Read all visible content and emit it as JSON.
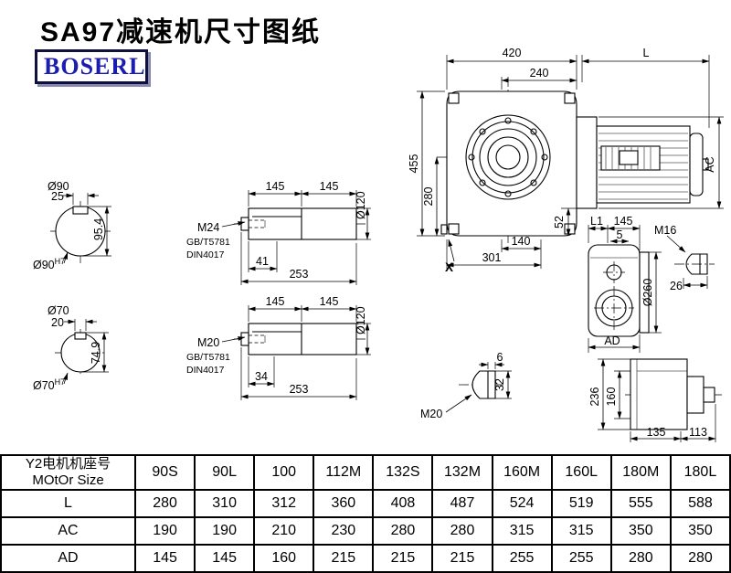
{
  "title": "SA97减速机尺寸图纸",
  "brand": {
    "logo_text": "BOSERL"
  },
  "colors": {
    "logo_blue": "#1c1cb0",
    "line_black": "#000000"
  },
  "drawings": {
    "shaft_end_1": {
      "dia": "Ø90",
      "key_width": "25",
      "height": "95.4",
      "fit_base": "Ø90",
      "fit_sup": "H7"
    },
    "shaft_end_2": {
      "dia": "Ø70",
      "key_width": "20",
      "height": "74.9",
      "fit_base": "Ø70",
      "fit_sup": "H7"
    },
    "shaft_detail_1": {
      "seg1": "145",
      "seg2": "145",
      "dia": "Ø120",
      "thread": "M24",
      "std1": "GB/T5781",
      "std2": "DIN4017",
      "thread_len": "41",
      "total": "253"
    },
    "shaft_detail_2": {
      "seg1": "145",
      "seg2": "145",
      "dia": "Ø120",
      "thread": "M20",
      "std1": "GB/T5781",
      "std2": "DIN4017",
      "thread_len": "34",
      "total": "253"
    },
    "main_view": {
      "width_top": "420",
      "motor_len": "L",
      "width_inner": "240",
      "height": "455",
      "height_axis": "280",
      "motor_dia": "AC",
      "dim_52": "52",
      "dim_140": "140",
      "dim_301": "301",
      "x_mark": "X"
    },
    "side_view": {
      "dim_l1": "L1",
      "dim_145": "145",
      "dim_5": "5",
      "thread": "M16",
      "flange_dia": "Ø260",
      "dim_26": "26",
      "dim_ad": "AD"
    },
    "plug_view": {
      "thread": "M20",
      "dim_6": "6",
      "dim_32": "32"
    },
    "rear_view": {
      "dim_236": "236",
      "dim_160": "160",
      "dim_135": "135",
      "dim_113": "113"
    }
  },
  "table": {
    "header_cn": "Y2电机机座号",
    "header_en": "MOtOr Size",
    "columns": [
      "90S",
      "90L",
      "100",
      "112M",
      "132S",
      "132M",
      "160M",
      "160L",
      "180M",
      "180L"
    ],
    "rows": [
      {
        "label": "L",
        "values": [
          "280",
          "310",
          "312",
          "360",
          "408",
          "487",
          "524",
          "519",
          "555",
          "588"
        ]
      },
      {
        "label": "AC",
        "values": [
          "190",
          "190",
          "210",
          "230",
          "280",
          "280",
          "315",
          "315",
          "350",
          "350"
        ]
      },
      {
        "label": "AD",
        "values": [
          "145",
          "145",
          "160",
          "215",
          "215",
          "215",
          "255",
          "255",
          "280",
          "280"
        ]
      }
    ]
  }
}
